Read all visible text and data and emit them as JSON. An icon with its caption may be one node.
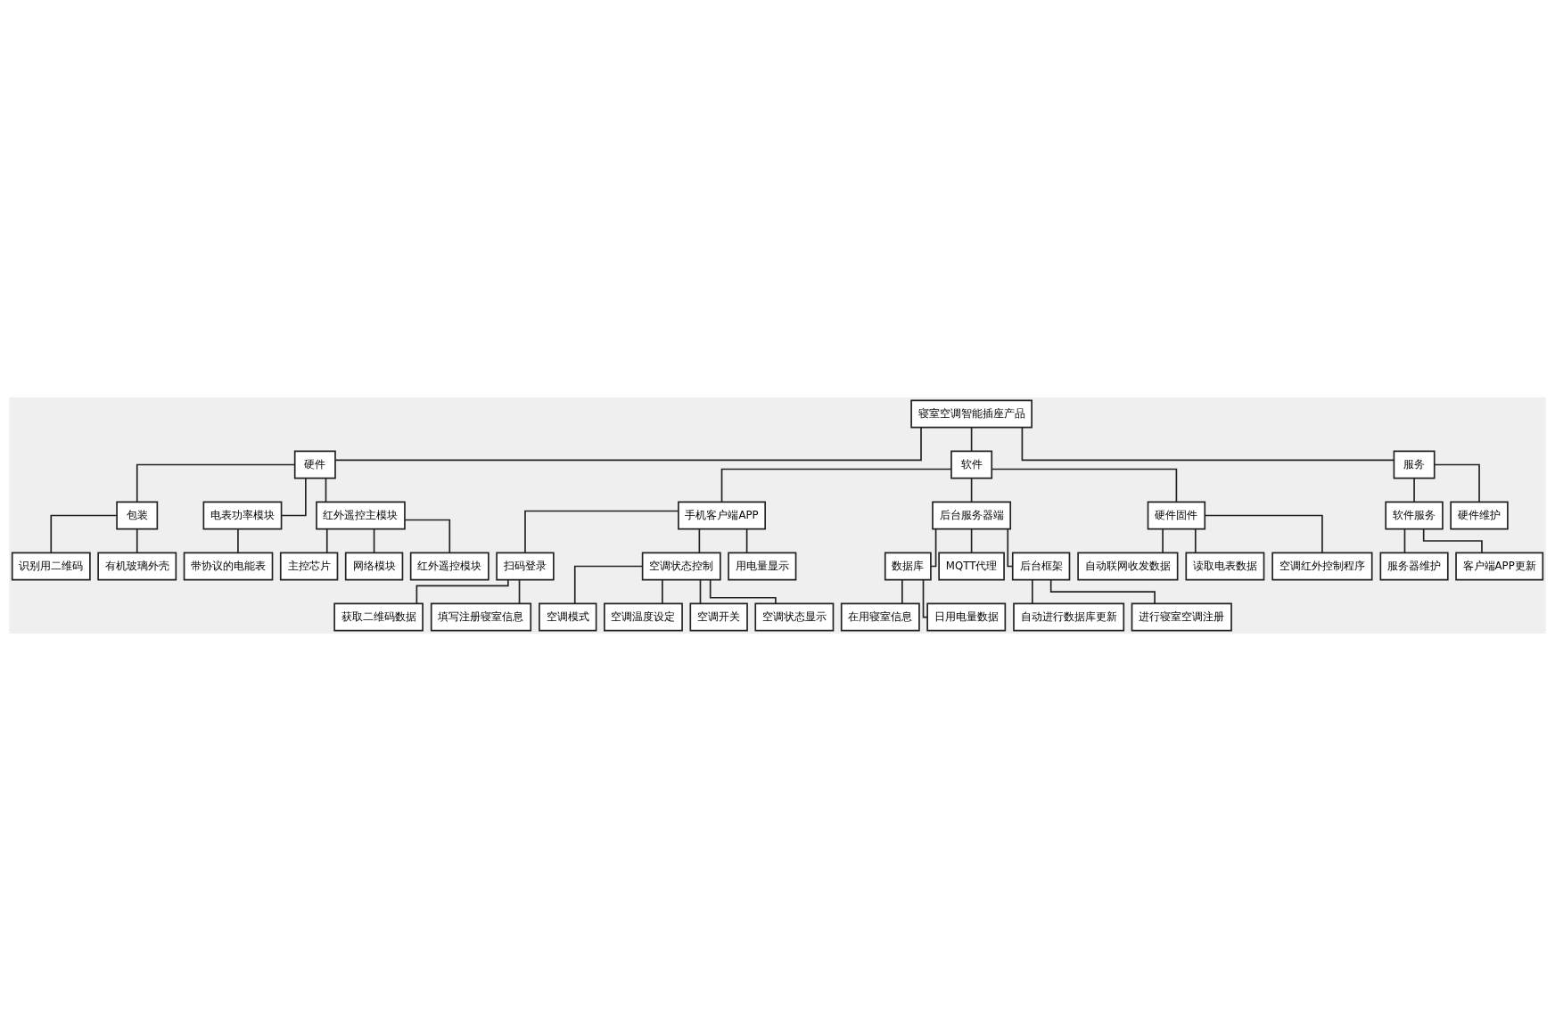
{
  "diagram": {
    "nodes": [
      {
        "text": [
          "寝室空调智能插座产品"
        ]
      },
      {
        "text": [
          "硬件"
        ]
      },
      {
        "text": [
          "软件"
        ]
      },
      {
        "text": [
          "服务"
        ]
      },
      {
        "text": [
          "包装"
        ]
      },
      {
        "text": [
          "电表功率模块"
        ]
      },
      {
        "text": [
          "红外遥控主模块"
        ]
      },
      {
        "text": [
          "识别用二维码"
        ]
      },
      {
        "text": [
          "有机玻璃外壳"
        ]
      },
      {
        "text": [
          "带协议的电能表"
        ]
      },
      {
        "text": [
          "主控芯片"
        ]
      },
      {
        "text": [
          "网络模块"
        ]
      },
      {
        "text": [
          "红外遥控模块"
        ]
      },
      {
        "text": [
          "手机客户端APP"
        ]
      },
      {
        "text": [
          "后台服务器端"
        ]
      },
      {
        "text": [
          "硬件固件"
        ]
      },
      {
        "text": [
          "扫码登录"
        ]
      },
      {
        "text": [
          "空调状态控制"
        ]
      },
      {
        "text": [
          "用电量显示"
        ]
      },
      {
        "text": [
          "获取二维码数据"
        ]
      },
      {
        "text": [
          "填写注册寝室信息"
        ]
      },
      {
        "text": [
          "空调模式"
        ]
      },
      {
        "text": [
          "空调温度设定"
        ]
      },
      {
        "text": [
          "空调开关"
        ]
      },
      {
        "text": [
          "空调状态显示"
        ]
      },
      {
        "text": [
          "数据库"
        ]
      },
      {
        "text": [
          "MQTT代理"
        ]
      },
      {
        "text": [
          "后台框架"
        ]
      },
      {
        "text": [
          "在用寝室信息"
        ]
      },
      {
        "text": [
          "日用电量数据"
        ]
      },
      {
        "text": [
          "自动进行数据库更新"
        ]
      },
      {
        "text": [
          "进行寝室空调注册"
        ]
      },
      {
        "text": [
          "自动联网收发数据"
        ]
      },
      {
        "text": [
          "读取电表数据"
        ]
      },
      {
        "text": [
          "空调红外控制程序"
        ]
      },
      {
        "text": [
          "软件服务"
        ]
      },
      {
        "text": [
          "硬件维护"
        ]
      },
      {
        "text": [
          "服务器维护"
        ]
      },
      {
        "text": [
          "客户端APP更新"
        ]
      }
    ],
    "edges": [
      {
        "from": 0,
        "to": 1,
        "arrow": "none"
      },
      {
        "from": 0,
        "to": 2,
        "arrow": "none"
      },
      {
        "from": 0,
        "to": 3,
        "arrow": "none"
      },
      {
        "from": 1,
        "to": 4,
        "arrow": "none"
      },
      {
        "from": 1,
        "to": 5,
        "arrow": "none"
      },
      {
        "from": 1,
        "to": 6,
        "arrow": "none"
      },
      {
        "from": 4,
        "to": 7,
        "arrow": "none"
      },
      {
        "from": 4,
        "to": 8,
        "arrow": "none"
      },
      {
        "from": 5,
        "to": 9,
        "arrow": "none"
      },
      {
        "from": 6,
        "to": 10,
        "arrow": "none"
      },
      {
        "from": 6,
        "to": 11,
        "arrow": "none"
      },
      {
        "from": 6,
        "to": 12,
        "arrow": "none"
      },
      {
        "from": 2,
        "to": 13,
        "arrow": "none"
      },
      {
        "from": 2,
        "to": 14,
        "arrow": "none"
      },
      {
        "from": 2,
        "to": 15,
        "arrow": "none"
      },
      {
        "from": 13,
        "to": 16,
        "arrow": "none"
      },
      {
        "from": 13,
        "to": 17,
        "arrow": "none"
      },
      {
        "from": 13,
        "to": 18,
        "arrow": "none"
      },
      {
        "from": 16,
        "to": 19,
        "arrow": "none"
      },
      {
        "from": 16,
        "to": 20,
        "arrow": "none"
      },
      {
        "from": 17,
        "to": 21,
        "arrow": "none"
      },
      {
        "from": 17,
        "to": 22,
        "arrow": "none"
      },
      {
        "from": 17,
        "to": 23,
        "arrow": "none"
      },
      {
        "from": 17,
        "to": 24,
        "arrow": "none"
      },
      {
        "from": 14,
        "to": 25,
        "arrow": "none"
      },
      {
        "from": 14,
        "to": 26,
        "arrow": "none"
      },
      {
        "from": 14,
        "to": 27,
        "arrow": "none"
      },
      {
        "from": 25,
        "to": 28,
        "arrow": "none"
      },
      {
        "from": 25,
        "to": 29,
        "arrow": "none"
      },
      {
        "from": 27,
        "to": 30,
        "arrow": "none"
      },
      {
        "from": 27,
        "to": 31,
        "arrow": "none"
      },
      {
        "from": 15,
        "to": 32,
        "arrow": "none"
      },
      {
        "from": 15,
        "to": 33,
        "arrow": "none"
      },
      {
        "from": 15,
        "to": 34,
        "arrow": "none"
      },
      {
        "from": 3,
        "to": 35,
        "arrow": "none"
      },
      {
        "from": 3,
        "to": 36,
        "arrow": "none"
      },
      {
        "from": 35,
        "to": 37,
        "arrow": "none"
      },
      {
        "from": 35,
        "to": 38,
        "arrow": "none"
      }
    ]
  }
}
